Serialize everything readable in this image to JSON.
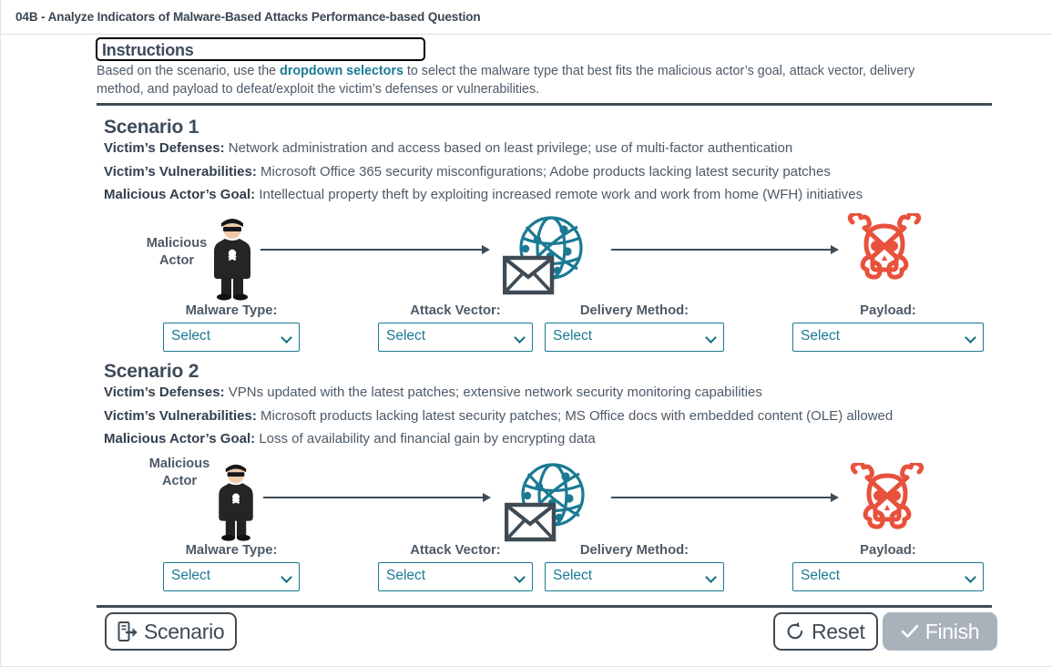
{
  "header": {
    "title": "04B - Analyze Indicators of Malware-Based Attacks Performance-based Question"
  },
  "instructions": {
    "box_label": "Instructions",
    "text_part1": "Based on the scenario, use the ",
    "text_highlight": "dropdown selectors",
    "text_part2": " to select the malware type that best fits the malicious actor’s goal, attack vector, delivery method, and payload to defeat/exploit the victim’s defenses or vulnerabilities."
  },
  "scenarios": [
    {
      "title": "Scenario 1",
      "defenses_label": "Victim’s Defenses:",
      "defenses_text": " Network administration and access based on least privilege; use of multi-factor authentication",
      "vulnerabilities_label": "Victim’s Vulnerabilities:",
      "vulnerabilities_text": " Microsoft Office 365 security misconfigurations; Adobe products lacking latest security patches",
      "goal_label": "Malicious Actor’s Goal:",
      "goal_text": " Intellectual property theft by exploiting increased remote work and work from home (WFH) initiatives",
      "actor_label": "Malicious\nActor",
      "fields": [
        {
          "label": "Malware Type:",
          "value": "Select"
        },
        {
          "label": "Attack Vector:",
          "value": "Select"
        },
        {
          "label": "Delivery Method:",
          "value": "Select"
        },
        {
          "label": "Payload:",
          "value": "Select"
        }
      ]
    },
    {
      "title": "Scenario 2",
      "defenses_label": "Victim’s Defenses:",
      "defenses_text": " VPNs updated with the latest patches; extensive network security monitoring capabilities",
      "vulnerabilities_label": "Victim’s Vulnerabilities:",
      "vulnerabilities_text": " Microsoft products lacking latest security patches; MS Office docs with embedded content (OLE) allowed",
      "goal_label": "Malicious Actor’s Goal:",
      "goal_text": " Loss of availability and financial gain by encrypting data",
      "actor_label": "Malicious\nActor",
      "fields": [
        {
          "label": "Malware Type:",
          "value": "Select"
        },
        {
          "label": "Attack Vector:",
          "value": "Select"
        },
        {
          "label": "Delivery Method:",
          "value": "Select"
        },
        {
          "label": "Payload:",
          "value": "Select"
        }
      ]
    }
  ],
  "footer": {
    "scenario_button": "Scenario",
    "reset_button": "Reset",
    "finish_button": "Finish"
  },
  "colors": {
    "accent_teal": "#1b7a93",
    "dark_slate": "#3e4b55",
    "payload_red": "#e8513c",
    "disabled_gray": "#a9b2bb"
  }
}
